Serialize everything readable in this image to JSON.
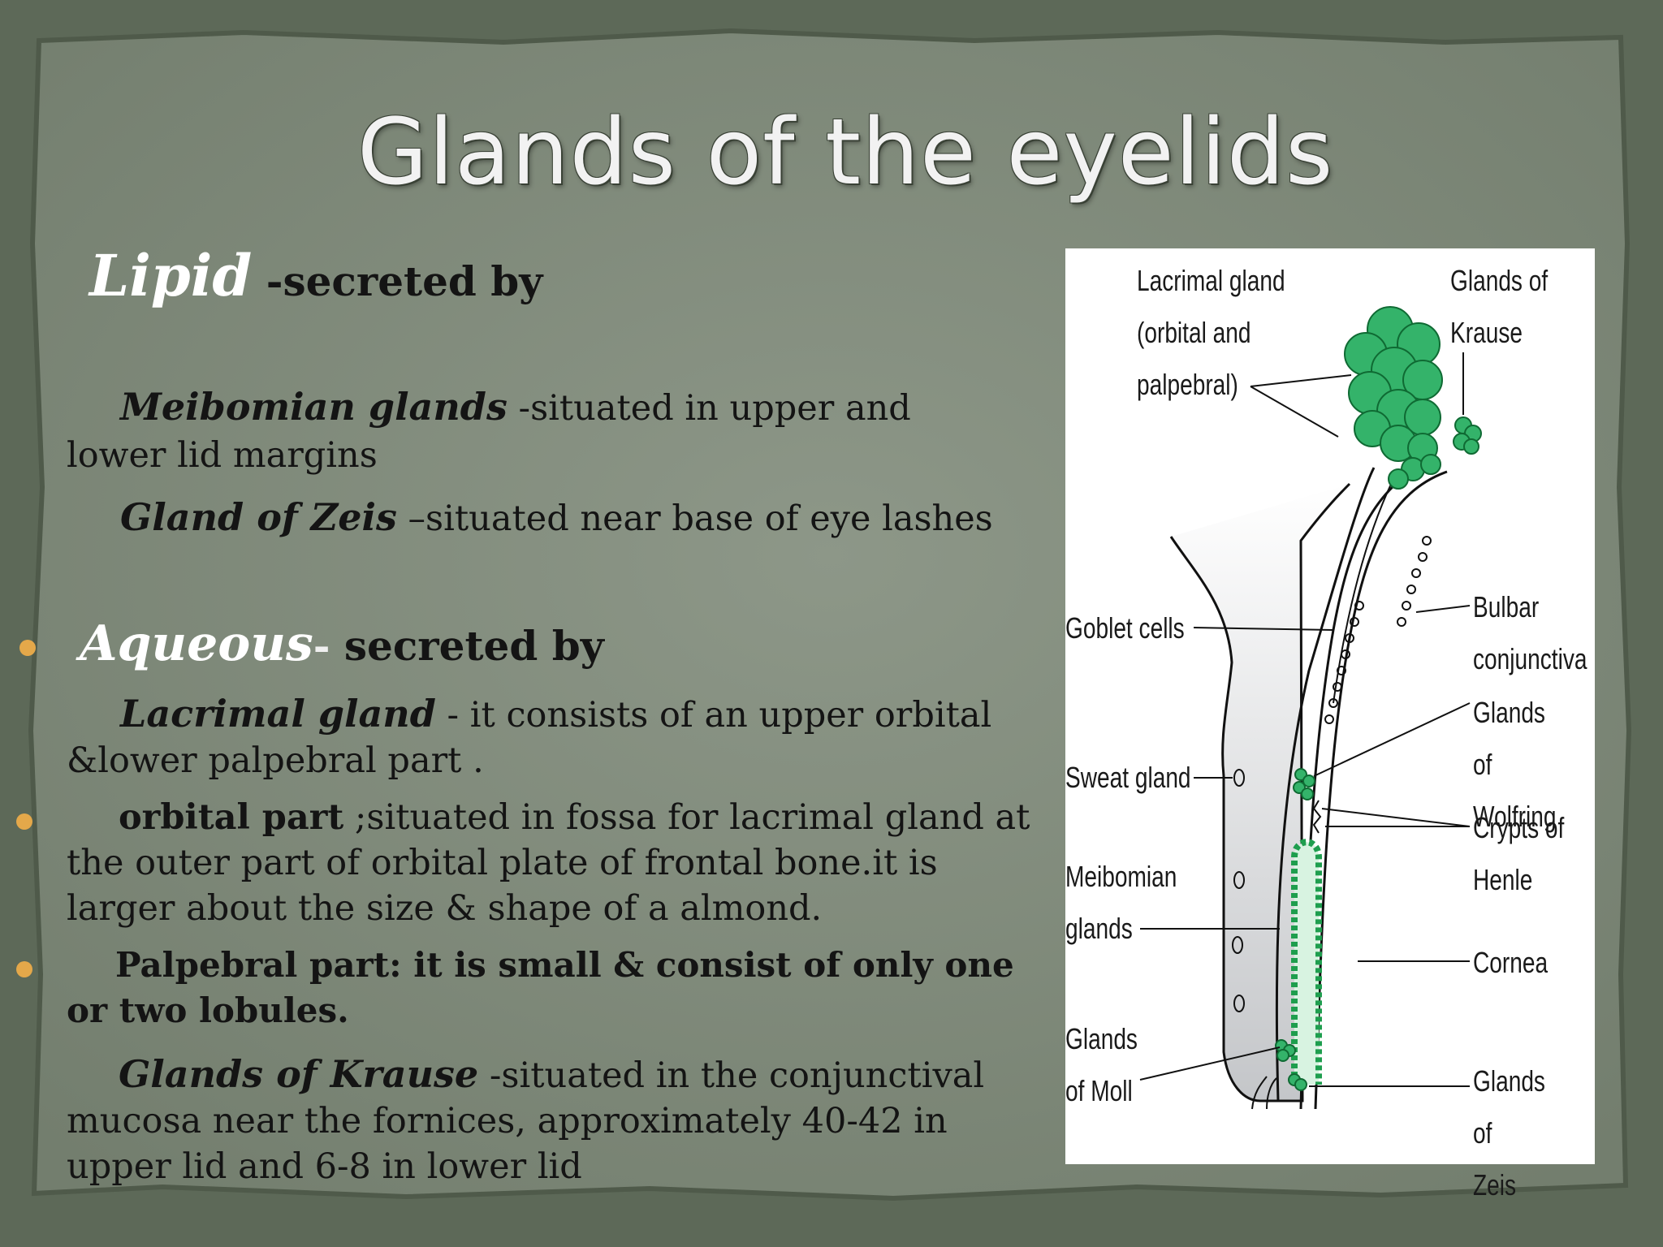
{
  "slide": {
    "title": "Glands of the eyelids",
    "lipid": {
      "heading_term": "Lipid",
      "heading_rest": " -secreted by",
      "meibomian_term": "Meibomian glands",
      "meibomian_line1": " -situated in upper and",
      "meibomian_line2": "lower lid margins",
      "zeis_term": "Gland of Zeis",
      "zeis_text": " –situated near base of eye  lashes"
    },
    "aqueous": {
      "heading_term": "Aqueous",
      "heading_dash": "- ",
      "heading_rest": "secreted by",
      "lacrimal_term": "Lacrimal gland",
      "lacrimal_line1": "  - it consists of an upper orbital",
      "lacrimal_line2": "&lower palpebral  part .",
      "orbital_term": "orbital part",
      "orbital_line1": " ;situated in fossa for lacrimal gland at",
      "orbital_line2": "the outer part of orbital plate of frontal bone.it is",
      "orbital_line3": "larger about the size & shape of a almond.",
      "palpebral_line1": "Palpebral part: it is small  & consist of only one",
      "palpebral_line2": "or two lobules.",
      "krause_term": "Glands of Krause",
      "krause_line1": " -situated in the conjunctival",
      "krause_line2": "mucosa  near the fornices, approximately 40-42 in",
      "krause_line3": "upper lid and 6-8 in lower lid"
    },
    "colors": {
      "background": "#6b7766",
      "panel": "#828d7e",
      "bullet": "#e4a84a",
      "gland_green": "#1e9e4e"
    }
  },
  "diagram": {
    "labels": {
      "lacrimal_gland": "Lacrimal gland\n(orbital and\npalpebral)",
      "glands_of_krause": "Glands of\nKrause",
      "goblet_cells": "Goblet cells",
      "bulbar_conjunctiva": "Bulbar\nconjunctiva",
      "glands_of_wolfring": "Glands of\nWolfring",
      "sweat_gland": "Sweat gland",
      "crypts_of_henle": "Crypts of\nHenle",
      "meibomian_glands": "Meibomian\nglands",
      "cornea": "Cornea",
      "glands_of_moll": "Glands\nof Moll",
      "glands_of_zeis": "Glands of\nZeis"
    }
  }
}
